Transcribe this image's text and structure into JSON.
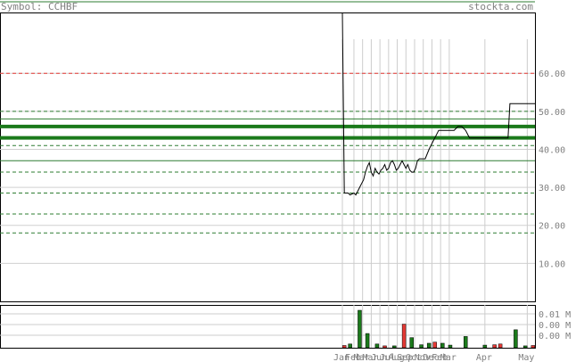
{
  "header": {
    "symbol_label": "Symbol: CCHBF",
    "site": "stockta.com"
  },
  "chart_data": {
    "type": "line",
    "price_axis": {
      "ylim": [
        0,
        76
      ],
      "ticks": [
        "10.00",
        "20.00",
        "30.00",
        "40.00",
        "50.00",
        "60.00"
      ],
      "tick_values": [
        10,
        20,
        30,
        40,
        50,
        60
      ]
    },
    "volume_axis": {
      "tick_labels": [
        "0.01 M",
        "0.00 M",
        "0.00 M"
      ]
    },
    "x_labels": [
      "Jan",
      "Feb",
      "Mar",
      "Mar",
      "Jun",
      "Jul",
      "Aug",
      "Sep",
      "Oct",
      "Nov",
      "Dec",
      "Feb",
      "Mar",
      "Apr",
      "May"
    ],
    "price_series": [
      {
        "t": 0,
        "v": 76
      },
      {
        "t": 1,
        "v": 28.5
      },
      {
        "t": 3,
        "v": 28.5
      },
      {
        "t": 4,
        "v": 28
      },
      {
        "t": 6,
        "v": 28.5
      },
      {
        "t": 7,
        "v": 28
      },
      {
        "t": 9,
        "v": 30
      },
      {
        "t": 10,
        "v": 31
      },
      {
        "t": 11,
        "v": 32
      },
      {
        "t": 12,
        "v": 34
      },
      {
        "t": 13,
        "v": 35.5
      },
      {
        "t": 14,
        "v": 36.5
      },
      {
        "t": 15,
        "v": 34
      },
      {
        "t": 16,
        "v": 33
      },
      {
        "t": 17,
        "v": 35
      },
      {
        "t": 18,
        "v": 34
      },
      {
        "t": 19,
        "v": 33.5
      },
      {
        "t": 20,
        "v": 34.5
      },
      {
        "t": 21,
        "v": 35
      },
      {
        "t": 22,
        "v": 36
      },
      {
        "t": 23,
        "v": 34.5
      },
      {
        "t": 24,
        "v": 35
      },
      {
        "t": 25,
        "v": 36.5
      },
      {
        "t": 26,
        "v": 37
      },
      {
        "t": 27,
        "v": 36
      },
      {
        "t": 28,
        "v": 34.5
      },
      {
        "t": 29,
        "v": 35
      },
      {
        "t": 30,
        "v": 36
      },
      {
        "t": 31,
        "v": 37
      },
      {
        "t": 32,
        "v": 36
      },
      {
        "t": 33,
        "v": 35
      },
      {
        "t": 34,
        "v": 36
      },
      {
        "t": 35,
        "v": 34.5
      },
      {
        "t": 36,
        "v": 34
      },
      {
        "t": 37,
        "v": 34
      },
      {
        "t": 38,
        "v": 35
      },
      {
        "t": 39,
        "v": 37
      },
      {
        "t": 40,
        "v": 37.5
      },
      {
        "t": 43,
        "v": 37.5
      },
      {
        "t": 45,
        "v": 40
      },
      {
        "t": 47,
        "v": 42
      },
      {
        "t": 48,
        "v": 43
      },
      {
        "t": 50,
        "v": 45
      },
      {
        "t": 58,
        "v": 45
      },
      {
        "t": 60,
        "v": 46
      },
      {
        "t": 62,
        "v": 46
      },
      {
        "t": 64,
        "v": 45
      },
      {
        "t": 66,
        "v": 43
      },
      {
        "t": 70,
        "v": 43
      },
      {
        "t": 73,
        "v": 43
      },
      {
        "t": 76,
        "v": 43
      },
      {
        "t": 78,
        "v": 43
      },
      {
        "t": 80,
        "v": 43
      },
      {
        "t": 82,
        "v": 43
      },
      {
        "t": 84,
        "v": 43
      },
      {
        "t": 86,
        "v": 43
      },
      {
        "t": 87,
        "v": 52
      },
      {
        "t": 100,
        "v": 52
      }
    ],
    "resistance_lines": [
      60
    ],
    "support_lines": [
      50,
      41,
      34,
      28.5,
      23,
      18
    ],
    "major_levels": [
      46,
      43
    ],
    "thin_levels": [
      48,
      37
    ],
    "volume_bars": [
      {
        "t": 1,
        "v": 0.06,
        "c": "red"
      },
      {
        "t": 4,
        "v": 0.1,
        "c": "green"
      },
      {
        "t": 9,
        "v": 1.0,
        "c": "green"
      },
      {
        "t": 13,
        "v": 0.38,
        "c": "green"
      },
      {
        "t": 18,
        "v": 0.1,
        "c": "green"
      },
      {
        "t": 22,
        "v": 0.05,
        "c": "red"
      },
      {
        "t": 27,
        "v": 0.05,
        "c": "green"
      },
      {
        "t": 32,
        "v": 0.63,
        "c": "red"
      },
      {
        "t": 36,
        "v": 0.27,
        "c": "green"
      },
      {
        "t": 41,
        "v": 0.08,
        "c": "green"
      },
      {
        "t": 45,
        "v": 0.12,
        "c": "green"
      },
      {
        "t": 48,
        "v": 0.15,
        "c": "red"
      },
      {
        "t": 52,
        "v": 0.12,
        "c": "green"
      },
      {
        "t": 56,
        "v": 0.07,
        "c": "green"
      },
      {
        "t": 64,
        "v": 0.3,
        "c": "green"
      },
      {
        "t": 74,
        "v": 0.07,
        "c": "green"
      },
      {
        "t": 79,
        "v": 0.08,
        "c": "red"
      },
      {
        "t": 82,
        "v": 0.1,
        "c": "red"
      },
      {
        "t": 90,
        "v": 0.48,
        "c": "green"
      },
      {
        "t": 95,
        "v": 0.05,
        "c": "green"
      },
      {
        "t": 99,
        "v": 0.06,
        "c": "red"
      }
    ]
  }
}
